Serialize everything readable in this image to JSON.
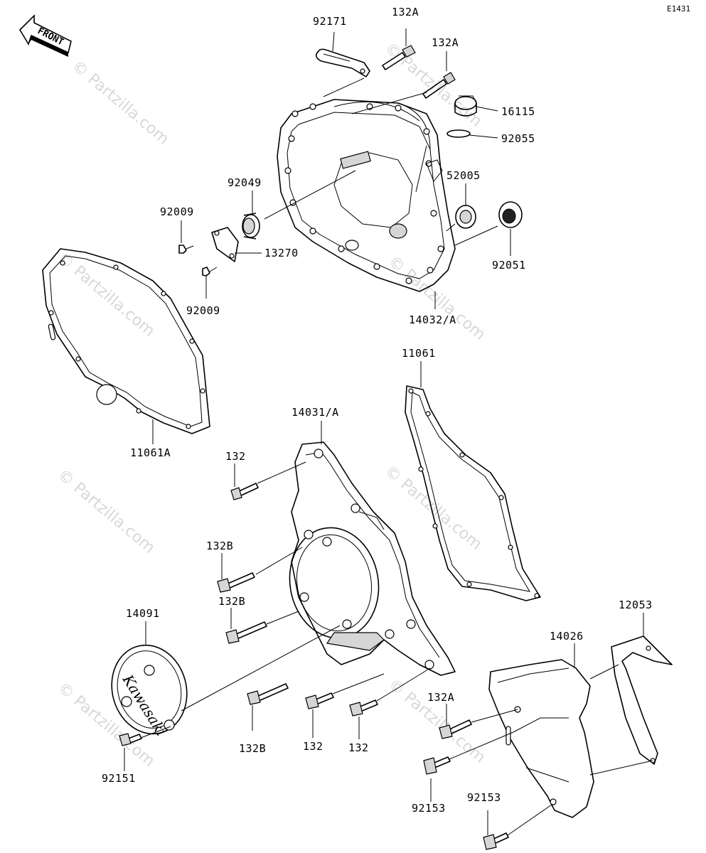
{
  "diagram": {
    "code": "E1431",
    "direction_label": "FRONT",
    "watermarks": [
      "© Partzilla.com",
      "© Partzilla.com",
      "© Partzilla.com",
      "© Partzilla.com",
      "© Partzilla.com",
      "© Partzilla.com",
      "© Partzilla.com",
      "© Partzilla.com"
    ],
    "logo_text": "Kawasaki"
  },
  "labels": {
    "p92171": "92171",
    "p132A_1": "132A",
    "p132A_2": "132A",
    "p16115": "16115",
    "p92055": "92055",
    "p92049": "92049",
    "p52005": "52005",
    "p92009_1": "92009",
    "p13270": "13270",
    "p92051": "92051",
    "p92009_2": "92009",
    "p14032A": "14032/A",
    "p11061": "11061",
    "p11061A": "11061A",
    "p14031A": "14031/A",
    "p132_1": "132",
    "p132B_1": "132B",
    "p132B_2": "132B",
    "p14091": "14091",
    "p12053": "12053",
    "p14026": "14026",
    "p132A_3": "132A",
    "p132B_3": "132B",
    "p132_2": "132",
    "p132_3": "132",
    "p92151": "92151",
    "p92153_1": "92153",
    "p92153_2": "92153"
  }
}
